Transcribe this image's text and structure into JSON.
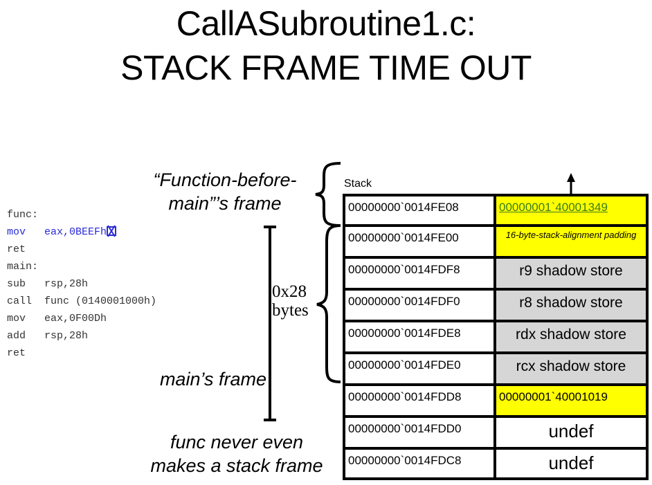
{
  "title": {
    "line1": "CallASubroutine1.c:",
    "line2": "STACK FRAME TIME OUT"
  },
  "code": {
    "lines": [
      {
        "text": "func:",
        "highlighted": false
      },
      {
        "text": "mov   eax,0BEEFh",
        "highlighted": true,
        "breakpoint": true
      },
      {
        "text": "ret",
        "highlighted": false
      },
      {
        "text": "main:",
        "highlighted": false
      },
      {
        "text": "sub   rsp,28h",
        "highlighted": false
      },
      {
        "text": "call  func (0140001000h)",
        "highlighted": false
      },
      {
        "text": "mov   eax,0F00Dh",
        "highlighted": false
      },
      {
        "text": "add   rsp,28h",
        "highlighted": false
      },
      {
        "text": "ret",
        "highlighted": false
      }
    ],
    "highlight_color": "#2a2ad8"
  },
  "annotations": {
    "function_before_main": "“Function-before-main”’s frame",
    "function_before_main_l1": "“Function-before-",
    "function_before_main_l2": "main”’s frame",
    "main_frame": "main’s frame",
    "size_l1": "0x28",
    "size_l2": "bytes",
    "func_note_l1": "func never even",
    "func_note_l2": "makes a stack frame"
  },
  "stack": {
    "label": "Stack",
    "rows": [
      {
        "address": "00000000`0014FE08",
        "value": "00000001`40001349",
        "style": "link",
        "color": "#ffff00"
      },
      {
        "address": "00000000`0014FE00",
        "value": "16-byte-stack-alignment padding",
        "style": "note",
        "color": "#ffff00"
      },
      {
        "address": "00000000`0014FDF8",
        "value": "r9 shadow store",
        "style": "grey",
        "color": "#d6d6d6"
      },
      {
        "address": "00000000`0014FDF0",
        "value": "r8 shadow store",
        "style": "grey",
        "color": "#d6d6d6"
      },
      {
        "address": "00000000`0014FDE8",
        "value": "rdx shadow store",
        "style": "grey",
        "color": "#d6d6d6"
      },
      {
        "address": "00000000`0014FDE0",
        "value": "rcx shadow store",
        "style": "grey",
        "color": "#d6d6d6"
      },
      {
        "address": "00000000`0014FDD8",
        "value": "00000001`40001019",
        "style": "plain",
        "color": "#ffff00"
      },
      {
        "address": "00000000`0014FDD0",
        "value": "undef",
        "style": "white",
        "color": "#ffffff"
      },
      {
        "address": "00000000`0014FDC8",
        "value": "undef",
        "style": "white",
        "color": "#ffffff"
      }
    ]
  }
}
